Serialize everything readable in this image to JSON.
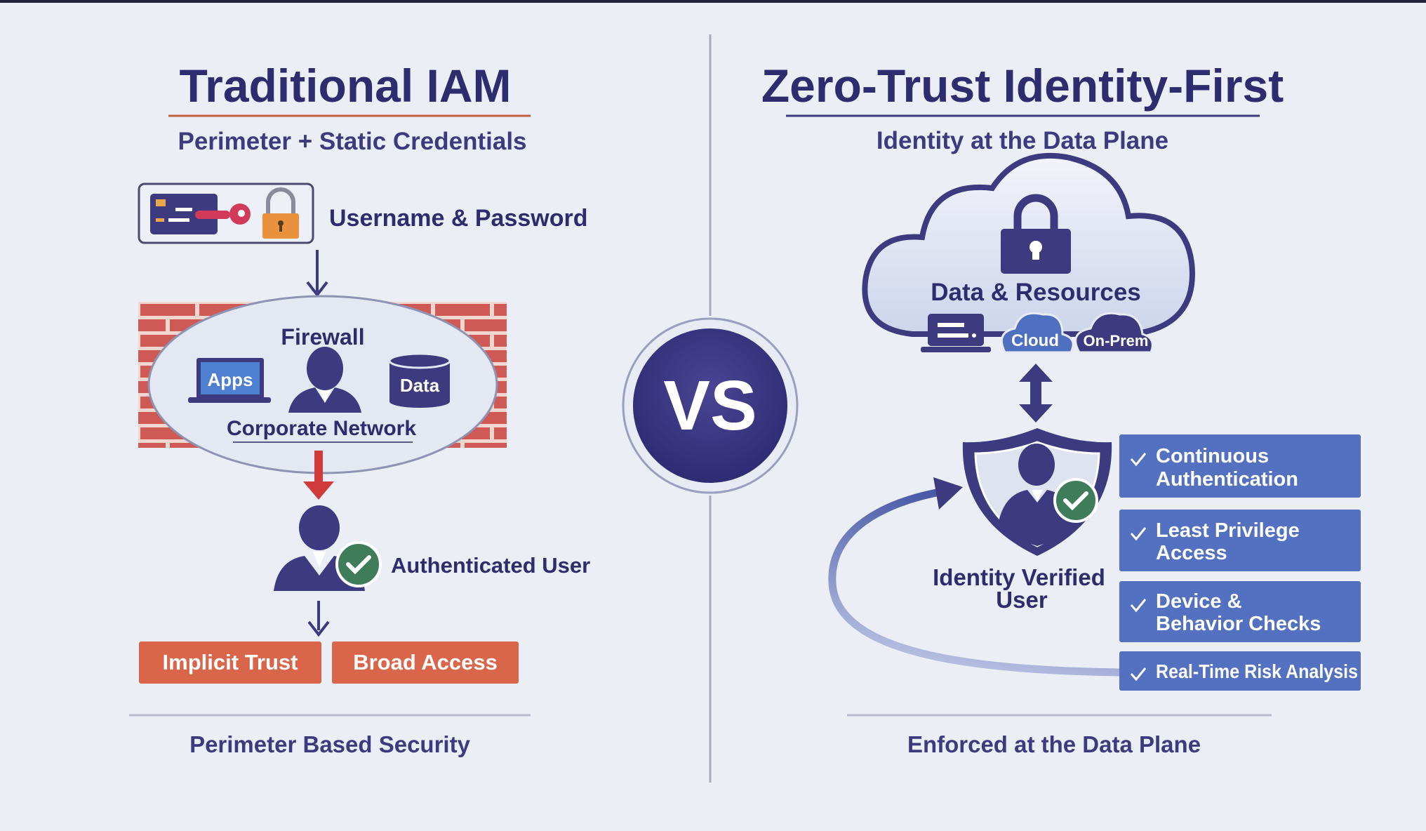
{
  "left": {
    "title": "Traditional IAM",
    "subtitle": "Perimeter + Static Credentials",
    "credentials_label": "Username & Password",
    "firewall_label": "Firewall",
    "apps_label": "Apps",
    "data_label": "Data",
    "network_label": "Corporate Network",
    "user_label": "Authenticated User",
    "outcomes": [
      "Implicit Trust",
      "Broad Access"
    ],
    "footer": "Perimeter Based Security"
  },
  "center": {
    "vs_label": "VS"
  },
  "right": {
    "title": "Zero-Trust Identity-First",
    "subtitle": "Identity at the Data Plane",
    "resources_label": "Data & Resources",
    "cloud_label": "Cloud",
    "onprem_label": "On-Prem",
    "user_label_line1": "Identity Verified",
    "user_label_line2": "User",
    "checks": [
      {
        "line1": "Continuous",
        "line2": "Authentication"
      },
      {
        "line1": "Least Privilege",
        "line2": "Access"
      },
      {
        "line1": "Device &",
        "line2": "Behavior Checks"
      },
      {
        "line1": "Real-Time Risk Analysis",
        "line2": ""
      }
    ],
    "footer": "Enforced at the Data Plane"
  },
  "colors": {
    "navy": "#3d3a80",
    "accent_orange": "#d9654a",
    "brick": "#cf5a55",
    "check_blue": "#5470c0",
    "verified_green": "#3f7d5a",
    "background": "#eceef6"
  }
}
